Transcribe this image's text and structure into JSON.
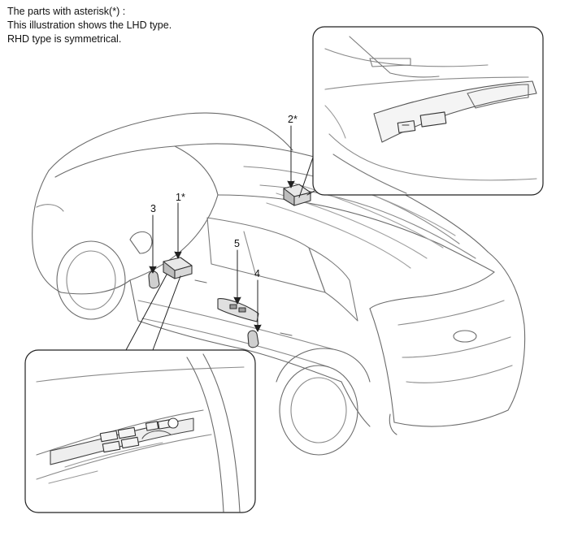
{
  "note": {
    "line1": "The parts with asterisk(*) :",
    "line2": "This illustration shows the LHD type.",
    "line3": "RHD type is symmetrical."
  },
  "callouts": {
    "c1": "1*",
    "c2": "2*",
    "c3": "3",
    "c4": "4",
    "c5": "5"
  }
}
